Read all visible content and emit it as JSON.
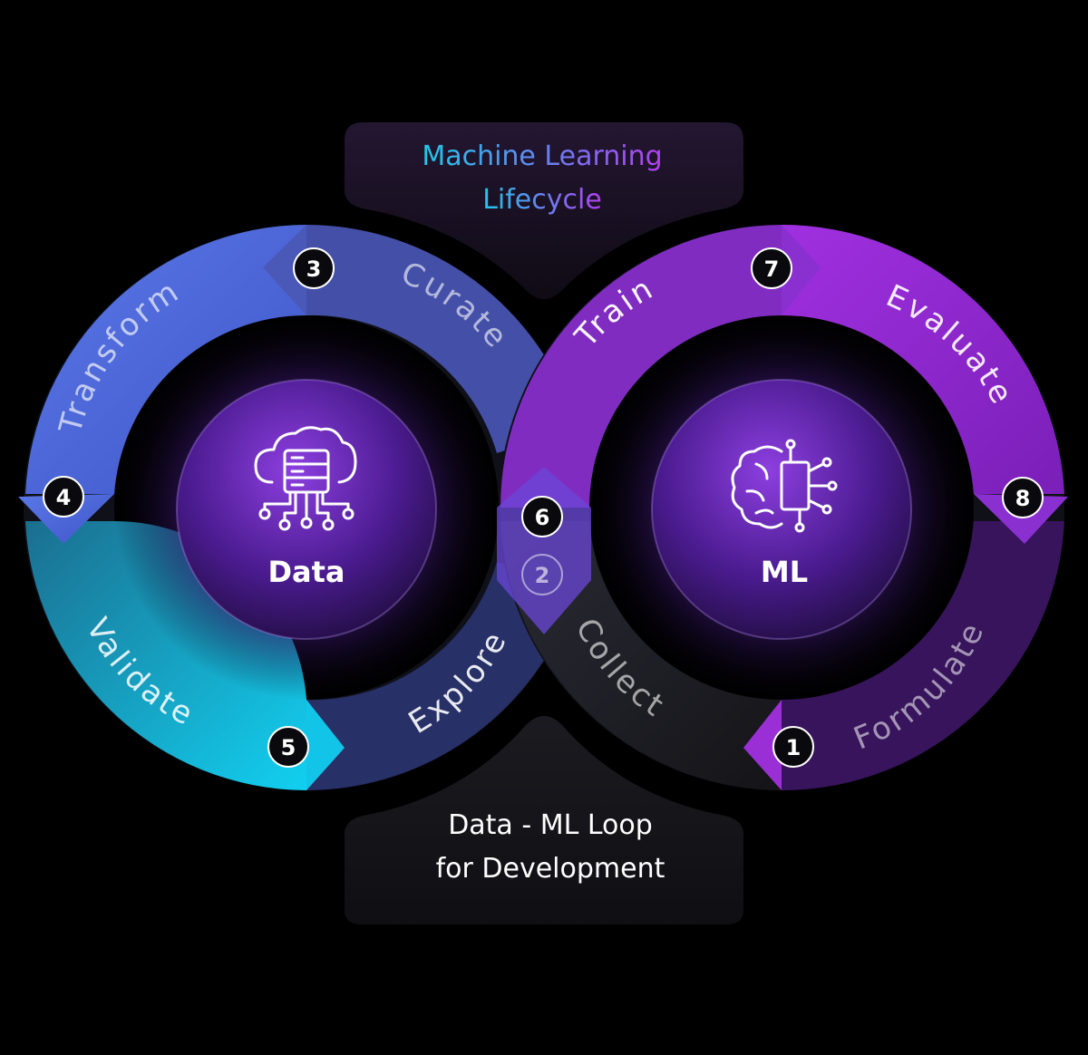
{
  "title": {
    "line1": "Machine Learning",
    "line2": "Lifecycle"
  },
  "footer": {
    "line1": "Data - ML Loop",
    "line2": "for Development"
  },
  "left_hub": {
    "label": "Data",
    "icon": "cloud-database-icon"
  },
  "right_hub": {
    "label": "ML",
    "icon": "brain-circuit-icon"
  },
  "steps": [
    {
      "number": "1",
      "label": "Formulate"
    },
    {
      "number": "2",
      "label": "Collect"
    },
    {
      "number": "3",
      "label": "Curate"
    },
    {
      "number": "4",
      "label": "Transform"
    },
    {
      "number": "5",
      "label": "Validate"
    },
    {
      "number": "6",
      "label": "Explore"
    },
    {
      "number": "7",
      "label": "Train"
    },
    {
      "number": "8",
      "label": "Evaluate"
    }
  ],
  "colors": {
    "background": "#000000",
    "blue": "#4f6fdc",
    "cyan": "#12c4e8",
    "purple": "#9a2fd6",
    "violet": "#6b47d8",
    "text": "#ffffff"
  }
}
